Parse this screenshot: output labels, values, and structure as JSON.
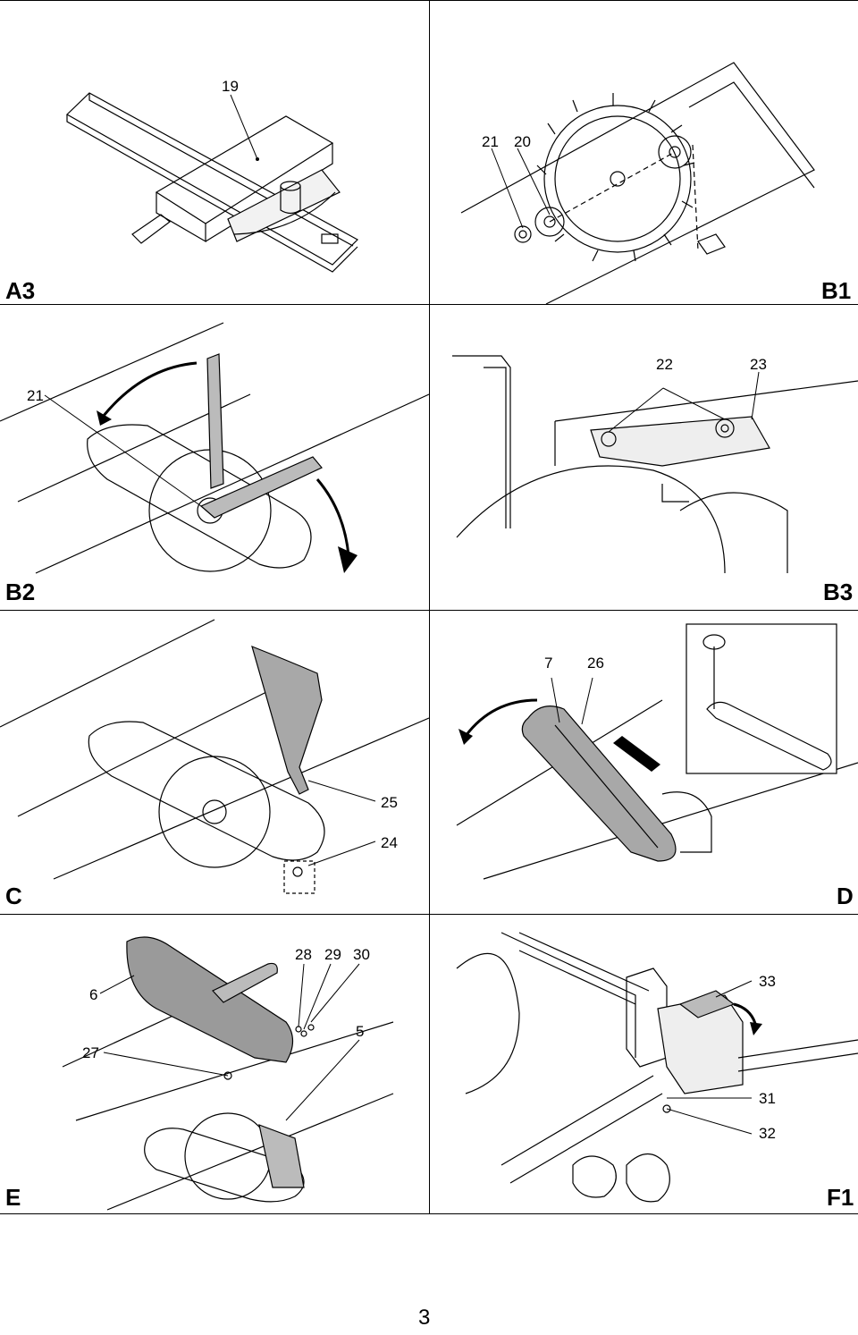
{
  "page_number": "3",
  "panels": [
    {
      "id": "A3",
      "label": "A3",
      "callouts": [
        "19"
      ]
    },
    {
      "id": "B1",
      "label": "B1",
      "callouts": [
        "21",
        "20"
      ]
    },
    {
      "id": "B2",
      "label": "B2",
      "callouts": [
        "21"
      ]
    },
    {
      "id": "B3",
      "label": "B3",
      "callouts": [
        "22",
        "23"
      ]
    },
    {
      "id": "C",
      "label": "C",
      "callouts": [
        "25",
        "24"
      ]
    },
    {
      "id": "D",
      "label": "D",
      "callouts": [
        "7",
        "26"
      ]
    },
    {
      "id": "E",
      "label": "E",
      "callouts": [
        "28",
        "29",
        "30",
        "6",
        "5",
        "27"
      ]
    },
    {
      "id": "F1",
      "label": "F1",
      "callouts": [
        "33",
        "31",
        "32"
      ]
    }
  ],
  "colors": {
    "line": "#000000",
    "guard_fill": "#9a9a9a",
    "background": "#ffffff"
  }
}
